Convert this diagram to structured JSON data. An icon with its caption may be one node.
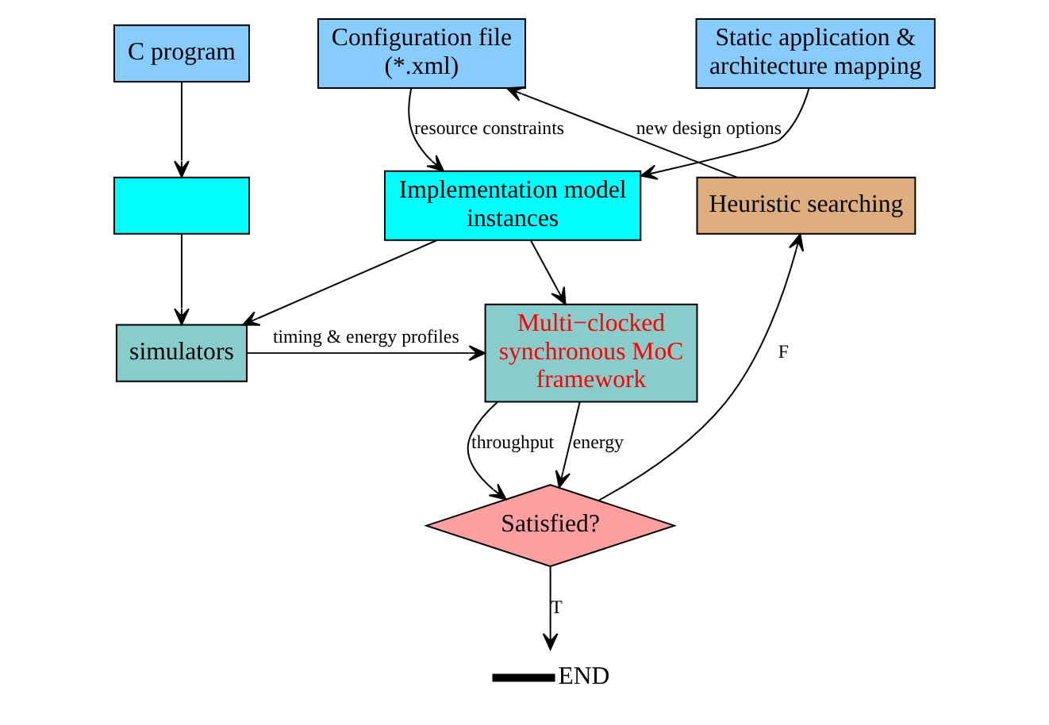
{
  "diagram": {
    "nodes": [
      {
        "text": [
          "C program"
        ]
      },
      {
        "text": [
          "Static application & architecture mapping"
        ]
      },
      {
        "text": [
          "Configuration file (*.xml)"
        ]
      },
      {
        "text": [],
        "shape": "box"
      },
      {
        "text": [
          "Implementation model instances"
        ]
      },
      {
        "text": [
          "Heuristic searching"
        ]
      },
      {
        "text": [
          "simulators"
        ]
      },
      {
        "text": [
          "Multi−clocked synchronous MoC framework"
        ]
      },
      {
        "text": [
          "Satisfied?"
        ]
      },
      {
        "text": [],
        "shape": "bar",
        "beside": [
          "END"
        ]
      }
    ],
    "edges": [
      {
        "from": 0,
        "to": 3,
        "arrow": "to"
      },
      {
        "from": 3,
        "to": 6,
        "arrow": "to"
      },
      {
        "from": 1,
        "to": 4,
        "arrow": "to"
      },
      {
        "from": 2,
        "to": 4,
        "arrow": "to",
        "label": "resource constraints"
      },
      {
        "from": 4,
        "to": 6,
        "arrow": "to"
      },
      {
        "from": 4,
        "to": 7,
        "arrow": "to"
      },
      {
        "from": 6,
        "to": 7,
        "arrow": "to",
        "label": "timing & energy profiles"
      },
      {
        "from": 7,
        "to": 8,
        "arrow": "to",
        "label": "throughput"
      },
      {
        "from": 7,
        "to": 8,
        "arrow": "to",
        "label": "energy"
      },
      {
        "from": 8,
        "to": 5,
        "arrow": "to",
        "label": "F"
      },
      {
        "from": 5,
        "to": 2,
        "arrow": "to",
        "label": "new design options"
      },
      {
        "from": 8,
        "to": 9,
        "arrow": "to",
        "label": "T"
      }
    ]
  }
}
